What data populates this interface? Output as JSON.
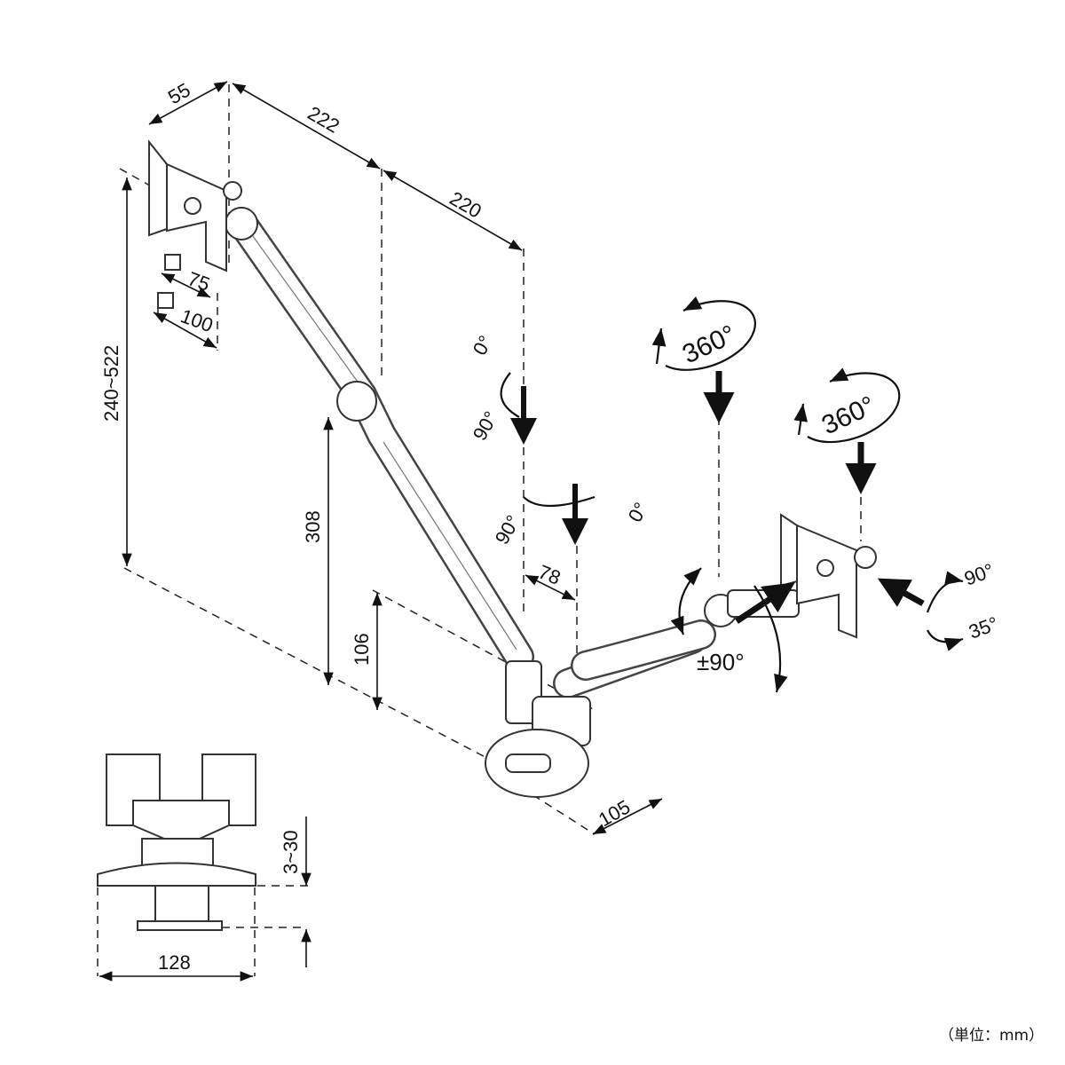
{
  "dimensions": {
    "plate_depth": "55",
    "arm_upper_reach": "222",
    "arm_lower_reach": "220",
    "vesa_small": "75",
    "vesa_large": "100",
    "height_range": "240~522",
    "pole_height": "308",
    "base_height": "106",
    "offset": "78",
    "clamp_depth": "105",
    "desk_thickness": "3~30",
    "clamp_width": "128"
  },
  "angles": {
    "upper_tilt_start": "0°",
    "upper_tilt_end": "90°",
    "lower_tilt_start": "90°",
    "lower_tilt_end": "0°",
    "rotation_1": "360°",
    "rotation_2": "360°",
    "head_tilt_up": "90°",
    "head_tilt_down": "35°",
    "swivel": "±90°"
  },
  "unit_note": "（単位：mm）"
}
